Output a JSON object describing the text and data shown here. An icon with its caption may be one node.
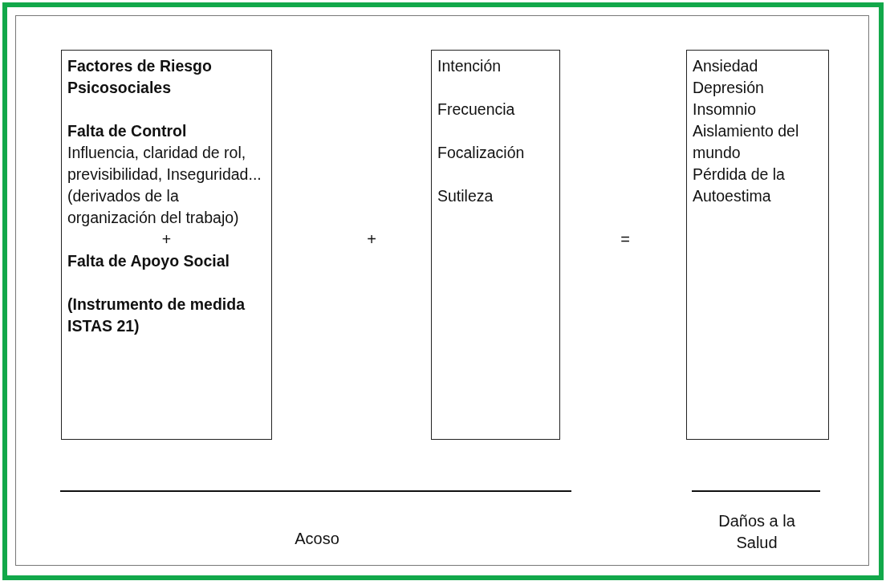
{
  "diagram": {
    "nodes": [
      {
        "text": [
          "Factores de Riesgo Psicosociales",
          "Falta de Control",
          "Influencia, claridad de rol, previsibilidad, Inseguridad... (derivados de la organización del trabajo)",
          "+",
          "Falta de Apoyo Social",
          "(Instrumento de medida ISTAS 21)"
        ]
      },
      {
        "text": [
          "Intención",
          "Frecuencia",
          "Focalización",
          "Sutileza"
        ]
      },
      {
        "text": [
          "Ansiedad",
          "Depresión",
          "Insomnio",
          "Aislamiento del mundo",
          "Pérdida de la Autoestima"
        ]
      }
    ],
    "edges": [],
    "labels": [
      "+",
      "=",
      "Acoso",
      "Daños a la Salud"
    ]
  }
}
